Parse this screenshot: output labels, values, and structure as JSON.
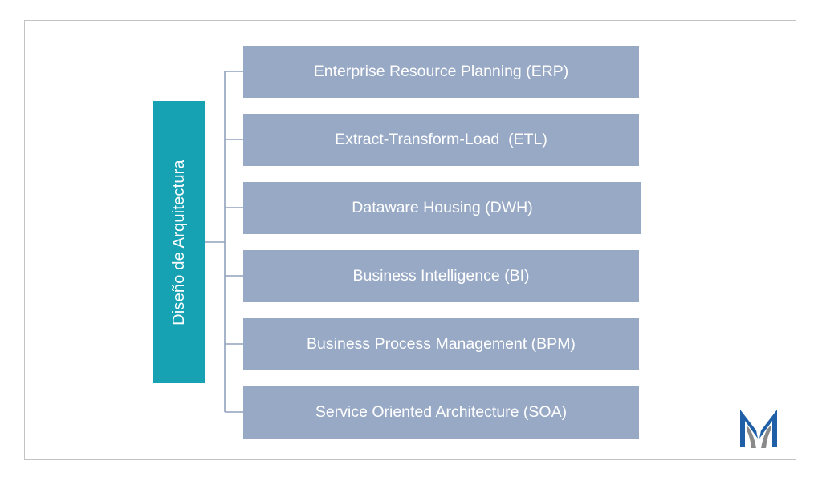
{
  "diagram": {
    "root": {
      "label": "Diseño de Arquitectura",
      "color": "#17a2b4"
    },
    "item_color": "#98a9c6",
    "connector_color": "#8fa1bd",
    "items": [
      {
        "label": "Enterprise Resource Planning (ERP)"
      },
      {
        "label": "Extract-Transform-Load  (ETL)"
      },
      {
        "label": "Dataware Housing (DWH)"
      },
      {
        "label": "Business Intelligence (BI)"
      },
      {
        "label": "Business Process Management (BPM)"
      },
      {
        "label": "Service Oriented Architecture (SOA)"
      }
    ]
  },
  "logo": {
    "icon": "m-logo-icon",
    "colors": [
      "#1f5fa8",
      "#8a8a8a"
    ]
  }
}
